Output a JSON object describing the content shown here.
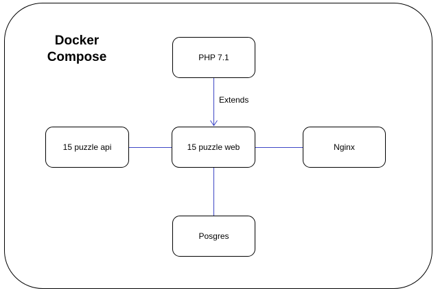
{
  "diagram": {
    "title": "Docker\nCompose",
    "nodes": [
      {
        "id": "php",
        "label": "PHP 7.1"
      },
      {
        "id": "api",
        "label": "15 puzzle api"
      },
      {
        "id": "web",
        "label": "15 puzzle web"
      },
      {
        "id": "nginx",
        "label": "Nginx"
      },
      {
        "id": "posgres",
        "label": "Posgres"
      }
    ],
    "edges": [
      {
        "from": "php",
        "to": "web",
        "label": "Extends",
        "arrow": true
      },
      {
        "from": "api",
        "to": "web",
        "label": "",
        "arrow": false
      },
      {
        "from": "web",
        "to": "nginx",
        "label": "",
        "arrow": false
      },
      {
        "from": "web",
        "to": "posgres",
        "label": "",
        "arrow": false
      }
    ],
    "colors": {
      "connector": "#3c45c5",
      "shape_border": "#000000",
      "background": "#ffffff",
      "text": "#000000"
    }
  }
}
